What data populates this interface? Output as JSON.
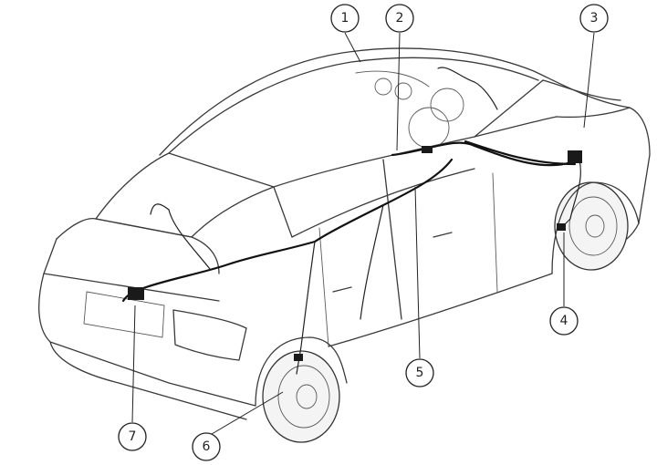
{
  "diagram": {
    "callouts": [
      {
        "label": "1"
      },
      {
        "label": "2"
      },
      {
        "label": "3"
      },
      {
        "label": "4"
      },
      {
        "label": "5"
      },
      {
        "label": "6"
      },
      {
        "label": "7"
      }
    ]
  }
}
